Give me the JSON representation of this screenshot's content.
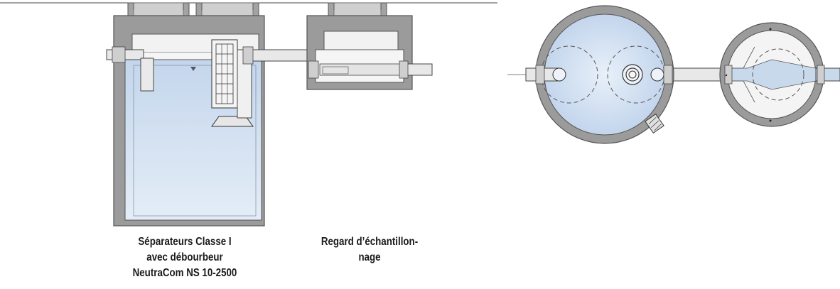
{
  "captions": {
    "separator": {
      "line1": "Séparateurs Classe I",
      "line2": "avec débourbeur",
      "line3": "NeutraCom NS 10-2500"
    },
    "regard": {
      "line1": "Regard d’échantillon-",
      "line2": "nage"
    }
  },
  "colors": {
    "concrete": "#9b9b9b",
    "concrete_edge": "#6e6e6e",
    "water": "#c9d9ec",
    "water_light": "#dde8f4",
    "pipe": "#e8e8e8",
    "outline": "#3a3a3a",
    "interior": "#f5f5f5"
  }
}
